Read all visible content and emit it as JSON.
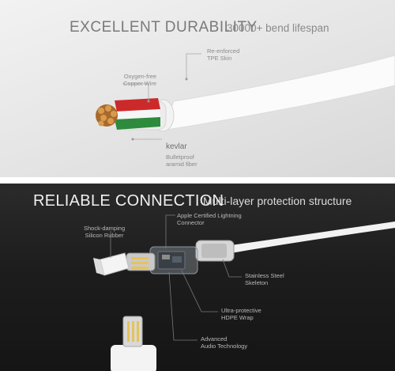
{
  "section_durability": {
    "title": "EXCELLENT DURABILITY",
    "subtitle": "30000+ bend lifespan",
    "callouts": {
      "skin_line1": "Re-enforced",
      "skin_line2": "TPE Skin",
      "copper_line1": "Oxygen-free",
      "copper_line2": "Copper Wire",
      "kevlar": "kevlar",
      "fiber_line1": "Bulletproof",
      "fiber_line2": "aramid fiber"
    }
  },
  "section_connection": {
    "title": "RELIABLE CONNECTION",
    "subtitle": "Multi-layer protection structure",
    "callouts": {
      "rubber_line1": "Shock-damping",
      "rubber_line2": "Silicon Rubber",
      "lightning_line1": "Apple Certified Lightning",
      "lightning_line2": "Connector",
      "steel_line1": "Stainless Steel",
      "steel_line2": "Skeleton",
      "hdpe_line1": "Ultra-protective",
      "hdpe_line2": "HDPE Wrap",
      "audio_line1": "Advanced",
      "audio_line2": "Audio Technology"
    }
  },
  "colors": {
    "top_bg": "#e6e6e6",
    "bottom_bg": "#1e1e1e",
    "wire_red": "#cc2a2a",
    "wire_green": "#2e8b3d",
    "copper": "#c98a3a"
  }
}
